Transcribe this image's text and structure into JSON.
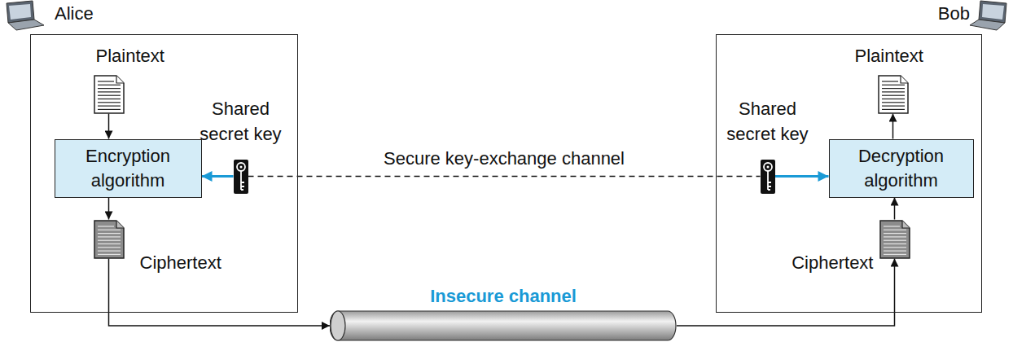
{
  "diagram": {
    "nodes": [
      {
        "text": [
          "Alice"
        ]
      },
      {
        "text": [
          "Plaintext"
        ],
        "in": 0
      },
      {
        "text": [
          "Encryption algorithm"
        ],
        "in": 0
      },
      {
        "text": [
          "Shared secret key"
        ],
        "in": 0
      },
      {
        "text": [
          "Ciphertext"
        ],
        "in": 0
      },
      {
        "text": [
          "Insecure channel"
        ]
      },
      {
        "text": [
          "Bob"
        ]
      },
      {
        "text": [
          "Plaintext"
        ],
        "in": 6
      },
      {
        "text": [
          "Shared secret key"
        ],
        "in": 6
      },
      {
        "text": [
          "Decryption algorithm"
        ],
        "in": 6
      },
      {
        "text": [
          "Ciphertext"
        ],
        "in": 6
      }
    ],
    "edges": [
      {
        "from": 1,
        "to": 2,
        "arrow": "to"
      },
      {
        "from": 2,
        "to": 4,
        "arrow": "to"
      },
      {
        "from": 3,
        "to": 2,
        "arrow": "to"
      },
      {
        "from": 3,
        "to": 8,
        "arrow": "none",
        "label": "Secure key-exchange channel"
      },
      {
        "from": 4,
        "to": 5,
        "arrow": "to"
      },
      {
        "from": 5,
        "to": 10,
        "arrow": "to"
      },
      {
        "from": 8,
        "to": 9,
        "arrow": "to"
      },
      {
        "from": 10,
        "to": 9,
        "arrow": "to"
      },
      {
        "from": 9,
        "to": 7,
        "arrow": "to"
      }
    ]
  }
}
